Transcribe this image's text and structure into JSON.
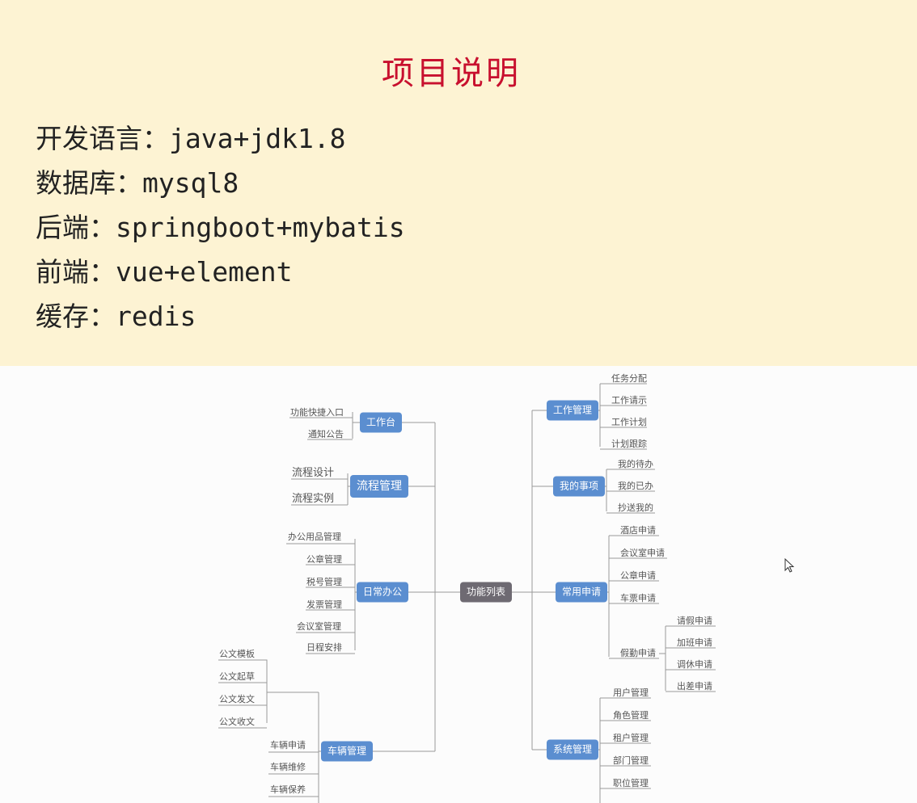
{
  "header": {
    "title": "项目说明",
    "lines": [
      "开发语言：java+jdk1.8",
      "数据库：mysql8",
      "后端：springboot+mybatis",
      "前端：vue+element",
      "缓存：redis"
    ]
  },
  "mindmap": {
    "center": "功能列表",
    "left": {
      "workbench": {
        "label": "工作台",
        "items": [
          "功能快捷入口",
          "通知公告"
        ]
      },
      "process": {
        "label": "流程管理",
        "items": [
          "流程设计",
          "流程实例"
        ]
      },
      "daily": {
        "label": "日常办公",
        "items": [
          "办公用品管理",
          "公章管理",
          "税号管理",
          "发票管理",
          "会议室管理",
          "日程安排"
        ]
      },
      "doc_items": [
        "公文模板",
        "公文起草",
        "公文发文",
        "公文收文"
      ],
      "vehicle": {
        "label": "车辆管理",
        "items": [
          "车辆申请",
          "车辆维修",
          "车辆保养"
        ]
      }
    },
    "right": {
      "work": {
        "label": "工作管理",
        "items": [
          "任务分配",
          "工作请示",
          "工作计划",
          "计划跟踪"
        ]
      },
      "mine": {
        "label": "我的事项",
        "items": [
          "我的待办",
          "我的已办",
          "抄送我的"
        ]
      },
      "apply": {
        "label": "常用申请",
        "items": [
          "酒店申请",
          "会议室申请",
          "公章申请",
          "车票申请",
          "假勤申请"
        ]
      },
      "leave_items": [
        "请假申请",
        "加班申请",
        "调休申请",
        "出差申请"
      ],
      "system": {
        "label": "系统管理",
        "items": [
          "用户管理",
          "角色管理",
          "租户管理",
          "部门管理",
          "职位管理"
        ]
      }
    }
  }
}
